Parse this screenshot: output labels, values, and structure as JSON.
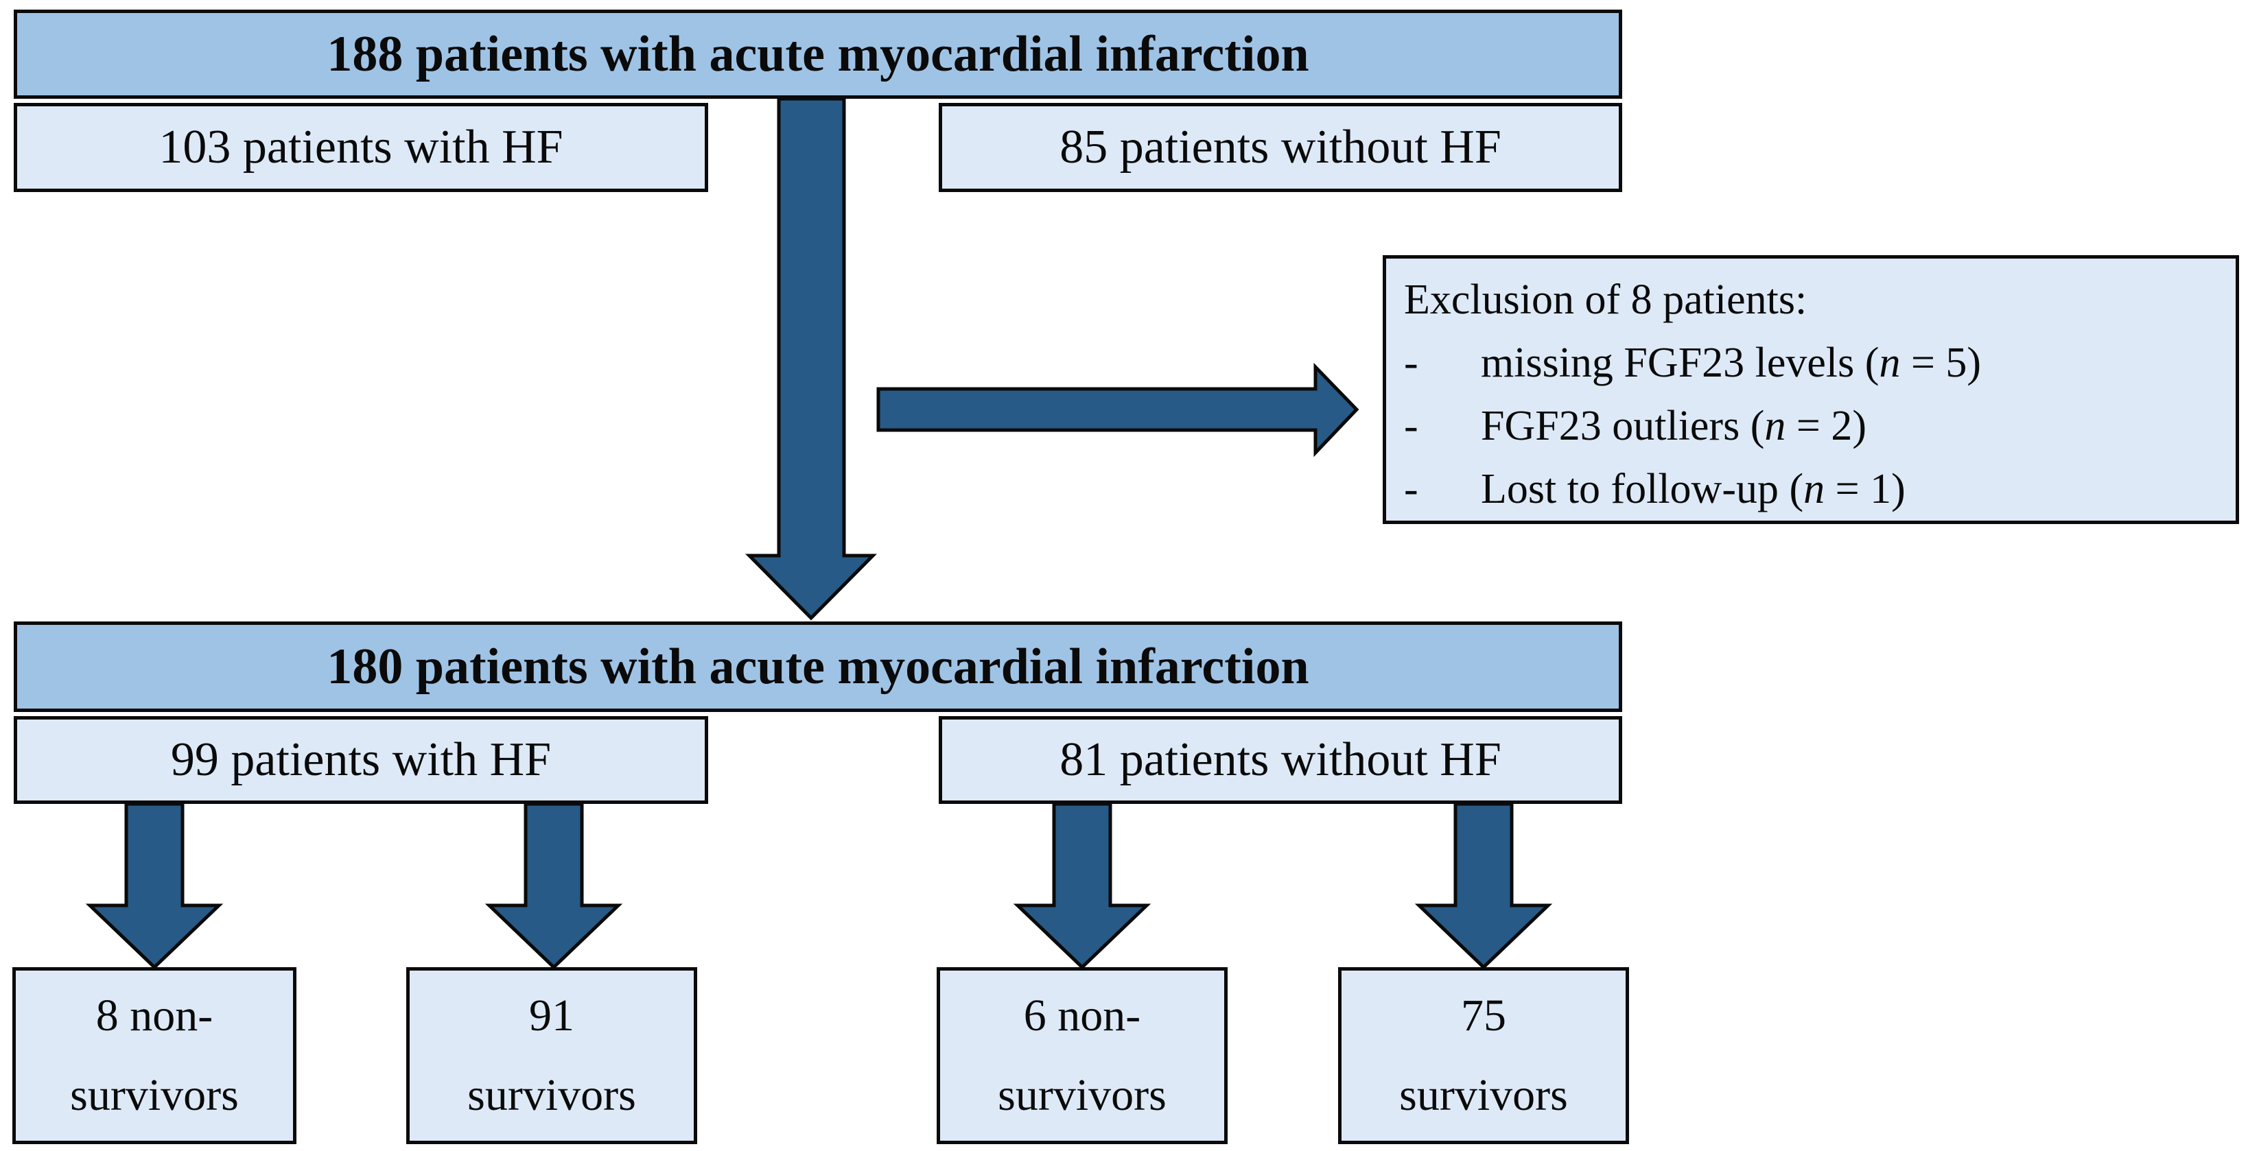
{
  "palette": {
    "header-fill": "#9fc3e5",
    "box-fill": "#dde9f6",
    "arrow-fill": "#275a86",
    "border": "#0a0a0a",
    "text": "#0a0a0a",
    "bg": "#ffffff"
  },
  "flow": {
    "stage1": {
      "title": "188 patients with acute myocardial infarction",
      "left": "103 patients with HF",
      "right": "85 patients without HF"
    },
    "exclusion": {
      "title": "Exclusion of 8 patients:",
      "bullet": "-",
      "items": [
        "missing FGF23 levels (n = 5)",
        "FGF23 outliers (n = 2)",
        "Lost to follow-up (n = 1)"
      ]
    },
    "stage2": {
      "title": "180 patients with acute myocardial infarction",
      "left": "99 patients with HF",
      "right": "81 patients without HF"
    },
    "outcomes": [
      {
        "line1": "8 non-",
        "line2": "survivors"
      },
      {
        "line1": "91",
        "line2": "survivors"
      },
      {
        "line1": "6 non-",
        "line2": "survivors"
      },
      {
        "line1": "75",
        "line2": "survivors"
      }
    ]
  }
}
